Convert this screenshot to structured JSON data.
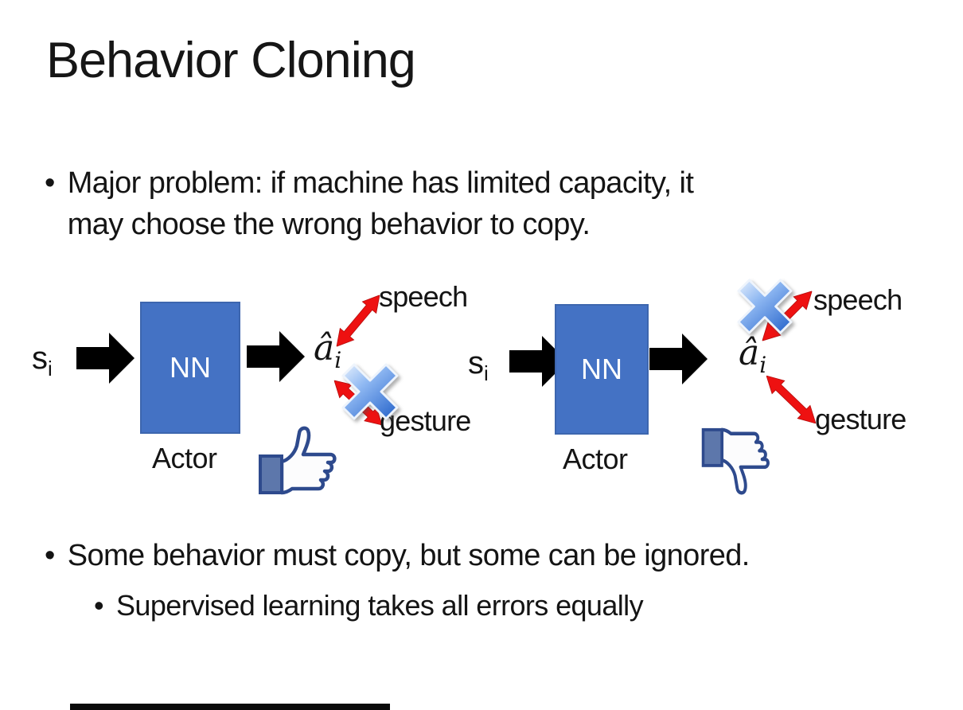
{
  "slide": {
    "title": "Behavior Cloning",
    "bullet_glyph": "•",
    "bullet1_line1": "Major problem: if machine has limited capacity, it",
    "bullet1_line2": "may choose the wrong behavior to copy.",
    "bullet2": "Some behavior must copy, but some can be ignored.",
    "bullet2_sub": "Supervised learning takes all errors equally"
  },
  "diagrams": {
    "left": {
      "input_var": "s",
      "input_sub": "i",
      "box_label": "NN",
      "output_var": "â",
      "output_sub": "i",
      "branch_top_label": "speech",
      "branch_bottom_label": "gesture",
      "caption": "Actor",
      "crossed_branch": "gesture",
      "feedback_icon": "thumbs-up"
    },
    "right": {
      "input_var": "s",
      "input_sub": "i",
      "box_label": "NN",
      "output_var": "â",
      "output_sub": "i",
      "branch_top_label": "speech",
      "branch_bottom_label": "gesture",
      "caption": "Actor",
      "crossed_branch": "speech",
      "feedback_icon": "thumbs-down"
    }
  },
  "colors": {
    "box_blue": "#4472C4",
    "arrow_black": "#000000",
    "arrow_red": "#ee1111",
    "cross_blue": "#4e8fe8",
    "thumb_outline": "#2e4a8d",
    "cuff_fill": "#5d77ab"
  }
}
